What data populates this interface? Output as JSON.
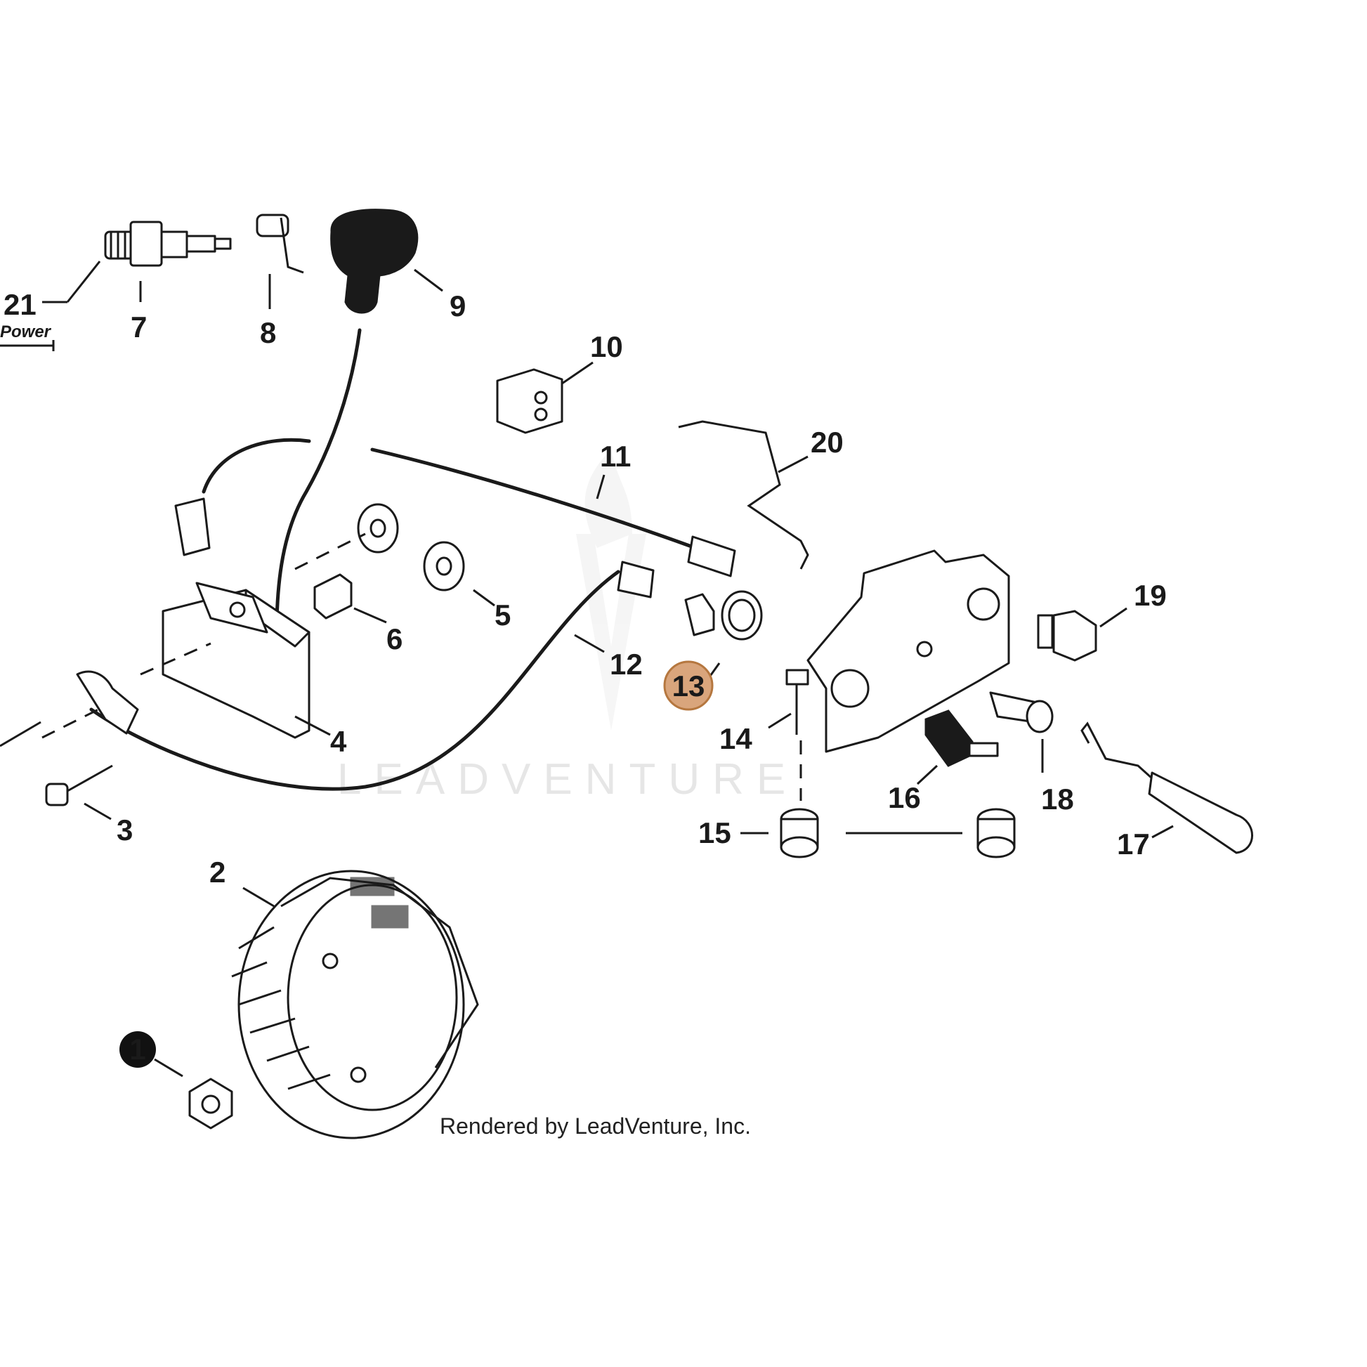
{
  "labels": {
    "p1": "1",
    "p2": "2",
    "p3": "3",
    "p4": "4",
    "p5": "5",
    "p6": "6",
    "p7": "7",
    "p8": "8",
    "p9": "9",
    "p10": "10",
    "p11": "11",
    "p12": "12",
    "p13": "13",
    "p14": "14",
    "p15": "15",
    "p16": "16",
    "p17": "17",
    "p18": "18",
    "p19": "19",
    "p20": "20",
    "p21": "21"
  },
  "power_text": "Power",
  "credit": "Rendered by LeadVenture, Inc.",
  "watermark": "LEADVENTURE",
  "highlight": {
    "part": "13",
    "fill": "#d9a57c",
    "stroke": "#b5773f"
  },
  "marker_dark": {
    "part": "1",
    "fill": "#111111",
    "text_color": "#ffffff"
  }
}
